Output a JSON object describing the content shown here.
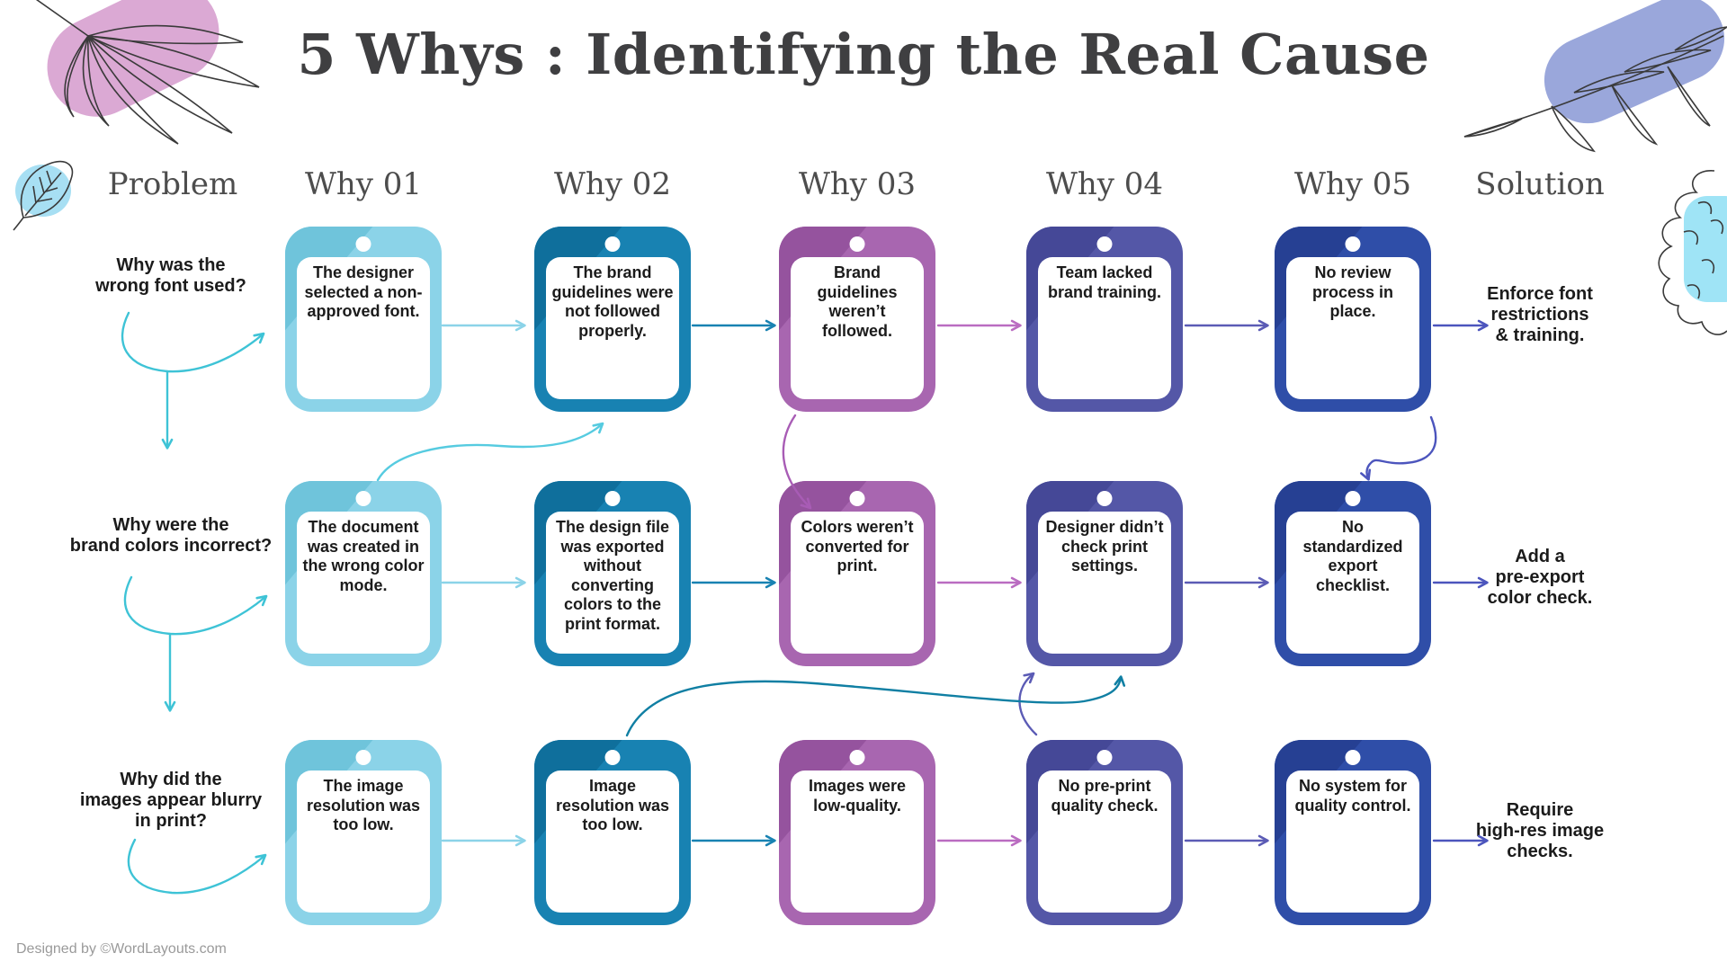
{
  "title": "5 Whys : Identifying the Real Cause",
  "footer": "Designed by ©WordLayouts.com",
  "columns": [
    "Problem",
    "Why 01",
    "Why 02",
    "Why 03",
    "Why 04",
    "Why 05",
    "Solution"
  ],
  "rows": [
    {
      "problem": "Why was the\nwrong font used?",
      "whys": [
        "The designer selected a non-approved font.",
        "The brand guidelines were not followed properly.",
        "Brand guidelines weren’t followed.",
        "Team lacked brand training.",
        "No review process in place."
      ],
      "solution": "Enforce font\nrestrictions\n& training."
    },
    {
      "problem": "Why were the\nbrand colors incorrect?",
      "whys": [
        "The document was created in the wrong color mode.",
        "The design file was exported without converting colors to the print format.",
        "Colors weren’t converted for print.",
        "Designer didn’t check print settings.",
        "No standardized export checklist."
      ],
      "solution": "Add a\npre-export\ncolor check."
    },
    {
      "problem": "Why did the\nimages appear blurry\nin print?",
      "whys": [
        "The image resolution was too low.",
        "Image resolution was too low.",
        "Images were low-quality.",
        "No pre-print quality check.",
        "No system for quality control."
      ],
      "solution": "Require\nhigh-res image\nchecks."
    }
  ],
  "palette": {
    "why01": "#8BD3E8",
    "why01_dark": "#6FC4DB",
    "why02": "#1882B2",
    "why02_dark": "#0F6F9C",
    "why03": "#A866B0",
    "why03_dark": "#95539E",
    "why04": "#5457A7",
    "why04_dark": "#454897",
    "why05": "#2F4EA8",
    "why05_dark": "#264093",
    "turquoise": "#3EC3D6",
    "arrow_lightcyan": "#8BD3E8",
    "arrow_teal": "#1882B2",
    "arrow_orchid": "#BA6CC1",
    "arrow_indigo": "#5B5BB5",
    "arrow_blue": "#4C55BD",
    "swoosh_teal": "#107FA3",
    "curve_purple": "#A85CB5",
    "curve_cyan": "#56CBE0",
    "title_color": "#3F3F41",
    "heading_color": "#4D4D4D",
    "text_color": "#1B1B1B",
    "footer_color": "#9A9A9A",
    "blob_pink": "#DBA9D4",
    "blob_periwinkle": "#9AA7DB",
    "blob_lightblue": "#A7DFF3",
    "blob_cyan": "#9FE4F6",
    "lineart": "#3A3A3A"
  }
}
